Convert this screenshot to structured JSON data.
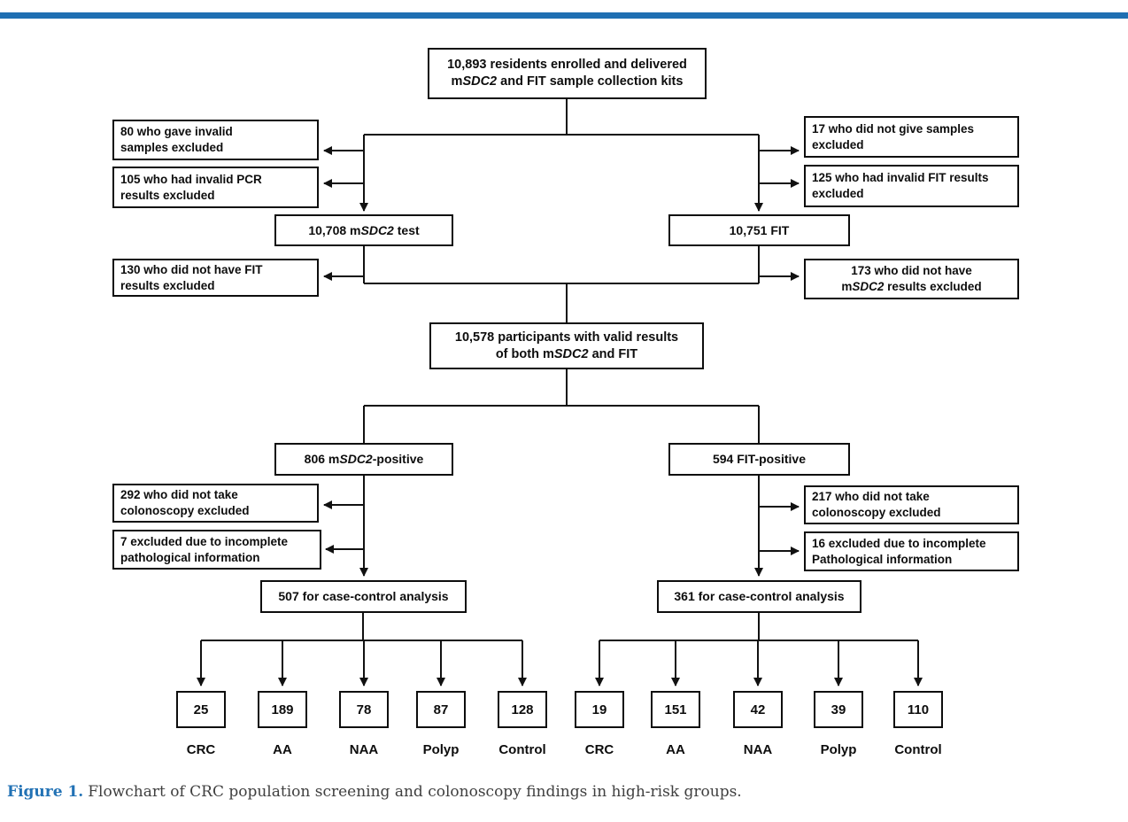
{
  "page": {
    "accent_bar_color": "#1f6fb2",
    "background_color": "#ffffff",
    "line_color": "#111111"
  },
  "flowchart": {
    "nodes": {
      "enrolled": "10,893 residents enrolled and delivered\nm*SDC2* and FIT sample collection kits",
      "excl_invalid_samples": "80 who gave invalid\nsamples excluded",
      "excl_invalid_pcr": "105 who had invalid PCR\nresults excluded",
      "excl_no_samples": "17 who did not give samples\nexcluded",
      "excl_invalid_fit": "125 who had invalid FIT results\nexcluded",
      "msdc2_test": "10,708 m*SDC2* test",
      "fit_test": "10,751 FIT",
      "excl_no_fit_results": "130 who did not have FIT\nresults excluded",
      "excl_no_msdc2_results": "173 who did not have\nm*SDC2* results excluded",
      "valid_both": "10,578 participants with valid results\nof both m*SDC2* and FIT",
      "msdc2_positive": "806 m*SDC2*-positive",
      "fit_positive": "594 FIT-positive",
      "excl_no_colonoscopy_msdc2": "292 who did not take\ncolonoscopy excluded",
      "excl_incomplete_path_msdc2": "7 excluded due to incomplete\npathological information",
      "excl_no_colonoscopy_fit": "217 who did not take\ncolonoscopy excluded",
      "excl_incomplete_path_fit": "16 excluded due to incomplete\nPathological information",
      "cc_analysis_msdc2": "507 for case-control analysis",
      "cc_analysis_fit": "361 for case-control analysis"
    },
    "case_groups": {
      "left": [
        {
          "count": "25",
          "label": "CRC"
        },
        {
          "count": "189",
          "label": "AA"
        },
        {
          "count": "78",
          "label": "NAA"
        },
        {
          "count": "87",
          "label": "Polyp"
        },
        {
          "count": "128",
          "label": "Control"
        }
      ],
      "right": [
        {
          "count": "19",
          "label": "CRC"
        },
        {
          "count": "151",
          "label": "AA"
        },
        {
          "count": "42",
          "label": "NAA"
        },
        {
          "count": "39",
          "label": "Polyp"
        },
        {
          "count": "110",
          "label": "Control"
        }
      ]
    }
  },
  "figure": {
    "caption_label": "Figure 1.",
    "caption_text": "Flowchart of CRC population screening and colonoscopy findings in high-risk groups.",
    "caption_label_color": "#2272b5"
  }
}
